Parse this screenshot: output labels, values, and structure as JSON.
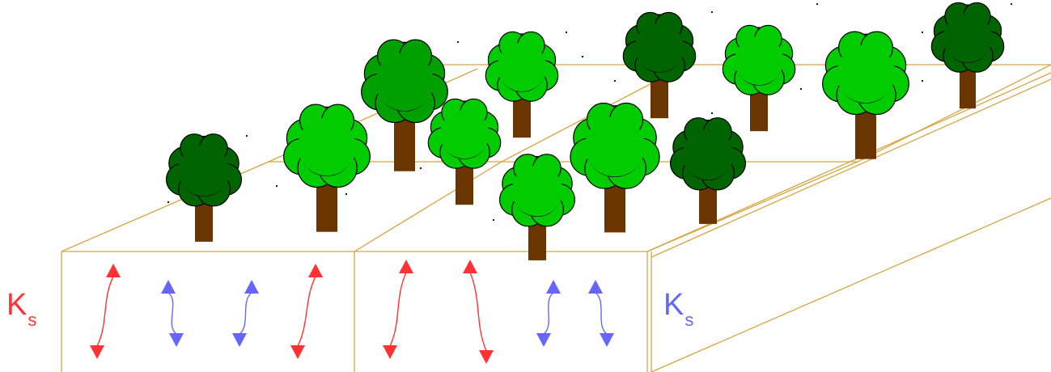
{
  "colors": {
    "box_edge": "#d9a441",
    "light_tree": "#00cc00",
    "mid_tree": "#00a000",
    "dark_tree": "#006400",
    "trunk": "#6b3500",
    "red_arrow": "#ff3333",
    "blue_arrow": "#6666ff"
  },
  "labels": {
    "left": {
      "main": "K",
      "sub": "s",
      "color": "#ff3333"
    },
    "right": {
      "main": "K",
      "sub": "s",
      "color": "#6666ff"
    }
  },
  "trees": [
    {
      "shade": "mid_tree"
    },
    {
      "shade": "light_tree"
    },
    {
      "shade": "dark_tree"
    },
    {
      "shade": "light_tree"
    },
    {
      "shade": "light_tree"
    },
    {
      "shade": "dark_tree"
    },
    {
      "shade": "light_tree"
    },
    {
      "shade": "light_tree"
    },
    {
      "shade": "dark_tree"
    },
    {
      "shade": "light_tree"
    },
    {
      "shade": "dark_tree"
    },
    {
      "shade": "light_tree"
    },
    {
      "shade": "dark_tree"
    }
  ],
  "arrows": [
    {
      "color": "red_arrow"
    },
    {
      "color": "blue_arrow"
    },
    {
      "color": "blue_arrow"
    },
    {
      "color": "red_arrow"
    },
    {
      "color": "red_arrow"
    },
    {
      "color": "red_arrow"
    },
    {
      "color": "blue_arrow"
    },
    {
      "color": "blue_arrow"
    }
  ]
}
